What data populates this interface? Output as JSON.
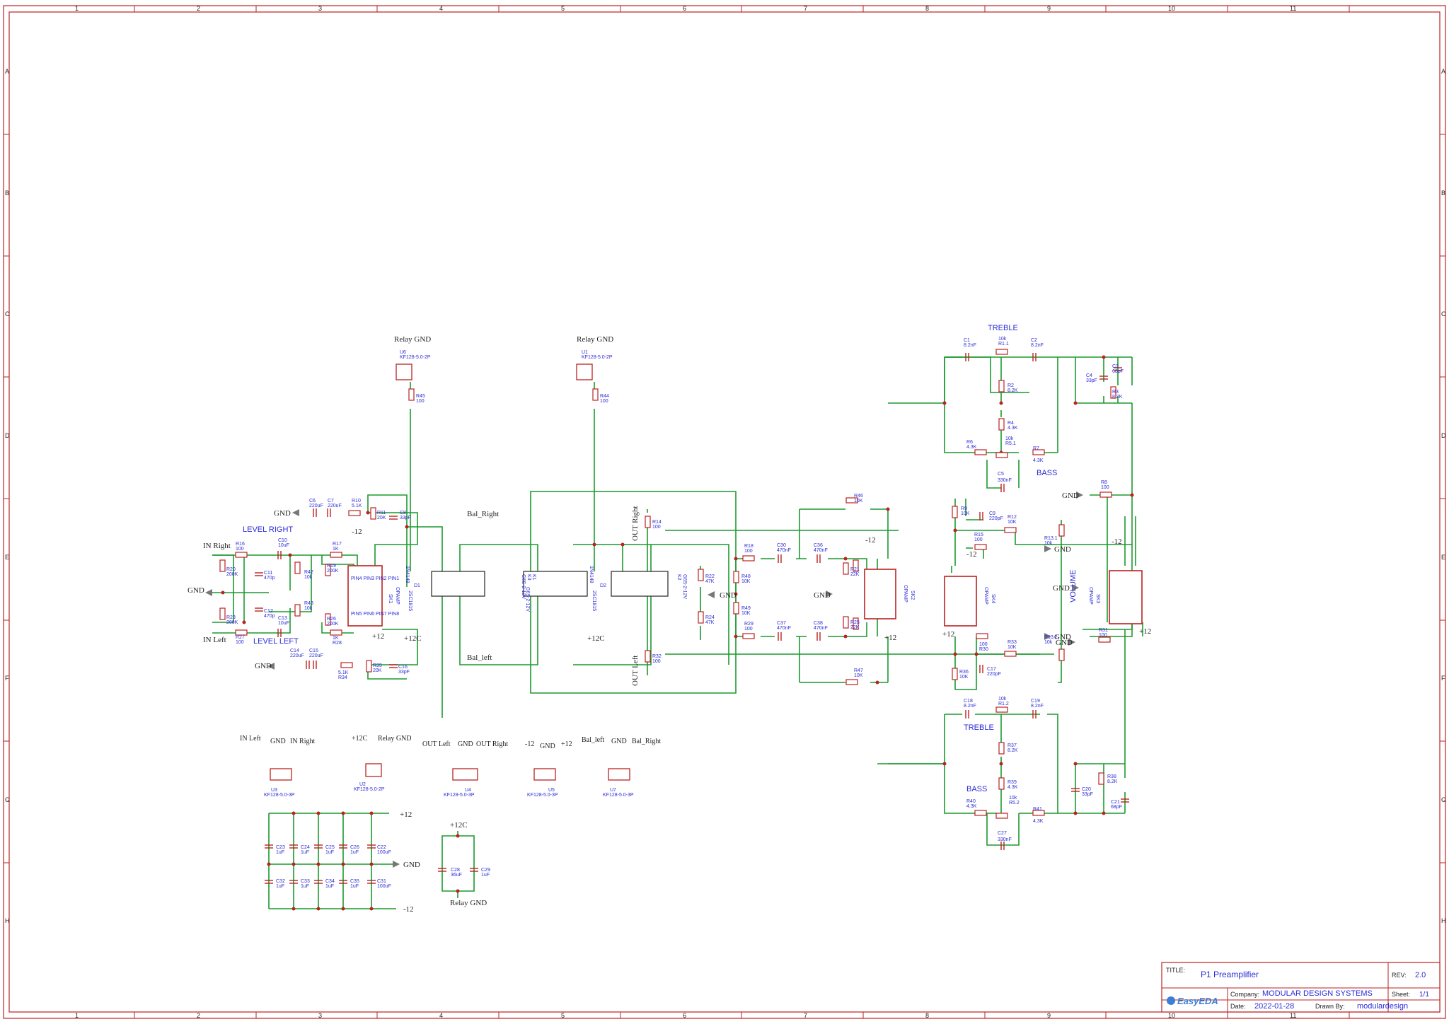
{
  "frame": {
    "cols": [
      "1",
      "2",
      "3",
      "4",
      "5",
      "6",
      "7",
      "8",
      "9",
      "10",
      "11"
    ],
    "rows": [
      "A",
      "B",
      "C",
      "D",
      "E",
      "F",
      "G",
      "H"
    ]
  },
  "title_block": {
    "title_label": "TITLE:",
    "title": "P1 Preamplifier",
    "rev_label": "REV:",
    "rev": "2.0",
    "company_label": "Company:",
    "company": "MODULAR DESIGN SYSTEMS",
    "sheet_label": "Sheet:",
    "sheet": "1/1",
    "date_label": "Date:",
    "date": "2022-01-28",
    "drawn_label": "Drawn By:",
    "drawn": "modulardesign",
    "logo": "EasyEDA"
  },
  "section_labels": {
    "level_right": "LEVEL RIGHT",
    "level_left": "LEVEL LEFT",
    "treble_top": "TREBLE",
    "bass_top": "BASS",
    "treble_bottom": "TREBLE",
    "bass_bottom": "BASS",
    "volume": "VOLUME"
  },
  "nets": {
    "in_right": "IN Right",
    "in_left": "IN Left",
    "gnd": "GND",
    "relay_gnd": "Relay GND",
    "bal_right": "Bal_Right",
    "bal_left": "Bal_left",
    "out_right": "OUT Right",
    "out_left": "OUT Left",
    "p12c": "+12C",
    "p12": "+12",
    "m12": "-12"
  },
  "components": {
    "R16": [
      "R16",
      "100"
    ],
    "R20": [
      "R20",
      "200K"
    ],
    "R23": [
      "R23",
      "200K"
    ],
    "R27": [
      "R27",
      "100"
    ],
    "C11": [
      "C11",
      "470p"
    ],
    "C12": [
      "C12",
      "470p"
    ],
    "C10": [
      "C10",
      "10uF"
    ],
    "C13": [
      "C13",
      "10uF"
    ],
    "R42": [
      "R42",
      "10k"
    ],
    "R43": [
      "R43",
      "10k"
    ],
    "R17": [
      "R17",
      "1K"
    ],
    "R28": [
      "R28",
      "1K"
    ],
    "R19": [
      "R19",
      "200K"
    ],
    "R26": [
      "R26",
      "200K"
    ],
    "C6": [
      "C6",
      "220uF"
    ],
    "C7": [
      "C7",
      "220uF"
    ],
    "R10": [
      "R10",
      "5.1K"
    ],
    "R11": [
      "R11",
      "20K"
    ],
    "C8": [
      "C8",
      "33pF"
    ],
    "C14": [
      "C14",
      "220uF"
    ],
    "C15": [
      "C15",
      "220uF"
    ],
    "R34": [
      "R34",
      "5.1K"
    ],
    "R35": [
      "R35",
      "20K"
    ],
    "C16": [
      "C16",
      "33pF"
    ],
    "SK1": [
      "SK1",
      "OPAMP"
    ],
    "U6": [
      "U6",
      "KF128-5.0-2P"
    ],
    "U1": [
      "U1",
      "KF128-5.0-2P"
    ],
    "R45": [
      "R45",
      "100"
    ],
    "R44": [
      "R44",
      "100"
    ],
    "D1": [
      "D1",
      "1N4148"
    ],
    "D2": [
      "D2",
      "1N4148"
    ],
    "Q1": [
      "2SC1815"
    ],
    "Q2": [
      "2SC1815"
    ],
    "K3": [
      "K3",
      "G6S-2-12V"
    ],
    "K1": [
      "K1",
      "G6S-2-12V"
    ],
    "K2": [
      "K2",
      "G6S-2-12V"
    ],
    "R14": [
      "R14",
      "100"
    ],
    "R32": [
      "R32",
      "100"
    ],
    "R22": [
      "R22",
      "47K"
    ],
    "R24": [
      "R24",
      "47K"
    ],
    "R18": [
      "R18",
      "100"
    ],
    "R29": [
      "R29",
      "100"
    ],
    "R48": [
      "R48",
      "10K"
    ],
    "R49": [
      "R49",
      "10K"
    ],
    "C30": [
      "C30",
      "470nF"
    ],
    "C37": [
      "C37",
      "470nF"
    ],
    "C36": [
      "C36",
      "470nF"
    ],
    "C38": [
      "C38",
      "470nF"
    ],
    "R21": [
      "R21",
      "22K"
    ],
    "R25": [
      "R25",
      "22K"
    ],
    "R46": [
      "R46",
      "10K"
    ],
    "R47": [
      "R47",
      "10K"
    ],
    "SK2": [
      "SK2",
      "OPAMP"
    ],
    "C1": [
      "C1",
      "8.2nF"
    ],
    "C2": [
      "C2",
      "8.2nF"
    ],
    "R1": [
      "10k",
      "R1.1"
    ],
    "R2": [
      "R2",
      "8.2K"
    ],
    "C4": [
      "C4",
      "33pF"
    ],
    "C3": [
      "C3",
      "68pF"
    ],
    "R3": [
      "R3",
      "8.2K"
    ],
    "R4": [
      "R4",
      "4.3K"
    ],
    "R6": [
      "R6",
      "4.3K"
    ],
    "R7": [
      "R7",
      "4.3K"
    ],
    "R5": [
      "10k",
      "R5.1"
    ],
    "C5": [
      "C5",
      "330nF"
    ],
    "R8": [
      "R8",
      "100"
    ],
    "R9": [
      "R9",
      "10K"
    ],
    "C9": [
      "C9",
      "220pF"
    ],
    "R12": [
      "R12",
      "10K"
    ],
    "R15": [
      "R15",
      "100"
    ],
    "R13_1": [
      "R13.1",
      "10k"
    ],
    "R13_2": [
      "R13.2",
      "10k"
    ],
    "SK4": [
      "SK4",
      "OPAMP"
    ],
    "SK3": [
      "SK3",
      "OPAMP"
    ],
    "R30": [
      "R30",
      "100"
    ],
    "R33": [
      "R33",
      "10K"
    ],
    "R31": [
      "R31",
      "100"
    ],
    "R36": [
      "R36",
      "10K"
    ],
    "C17": [
      "C17",
      "220pF"
    ],
    "C18": [
      "C18",
      "8.2nF"
    ],
    "C19": [
      "C19",
      "8.2nF"
    ],
    "R1_2": [
      "10k",
      "R1.2"
    ],
    "R37": [
      "R37",
      "8.2K"
    ],
    "C20": [
      "C20",
      "33pF"
    ],
    "R38": [
      "R38",
      "8.2K"
    ],
    "C21": [
      "C21",
      "68pF"
    ],
    "R39": [
      "R39",
      "4.3K"
    ],
    "R40": [
      "R40",
      "4.3K"
    ],
    "R41": [
      "R41",
      "4.3K"
    ],
    "R5_2": [
      "10k",
      "R5.2"
    ],
    "C27": [
      "C27",
      "330nF"
    ],
    "U3": [
      "U3",
      "KF128-5.0-3P"
    ],
    "U2": [
      "U2",
      "KF128-5.0-2P"
    ],
    "U4": [
      "U4",
      "KF128-5.0-3P"
    ],
    "U5": [
      "U5",
      "KF128-5.0-3P"
    ],
    "U7": [
      "U7",
      "KF128-5.0-3P"
    ],
    "C23": [
      "C23",
      "1uF"
    ],
    "C24": [
      "C24",
      "1uF"
    ],
    "C25": [
      "C25",
      "1uF"
    ],
    "C26": [
      "C26",
      "1uF"
    ],
    "C22": [
      "C22",
      "100uF"
    ],
    "C32": [
      "C32",
      "1uF"
    ],
    "C33": [
      "C33",
      "1uF"
    ],
    "C34": [
      "C34",
      "1uF"
    ],
    "C35": [
      "C35",
      "1uF"
    ],
    "C31": [
      "C31",
      "100uF"
    ],
    "C28": [
      "C28",
      "36uF"
    ],
    "C29": [
      "C29",
      "1uF"
    ]
  }
}
